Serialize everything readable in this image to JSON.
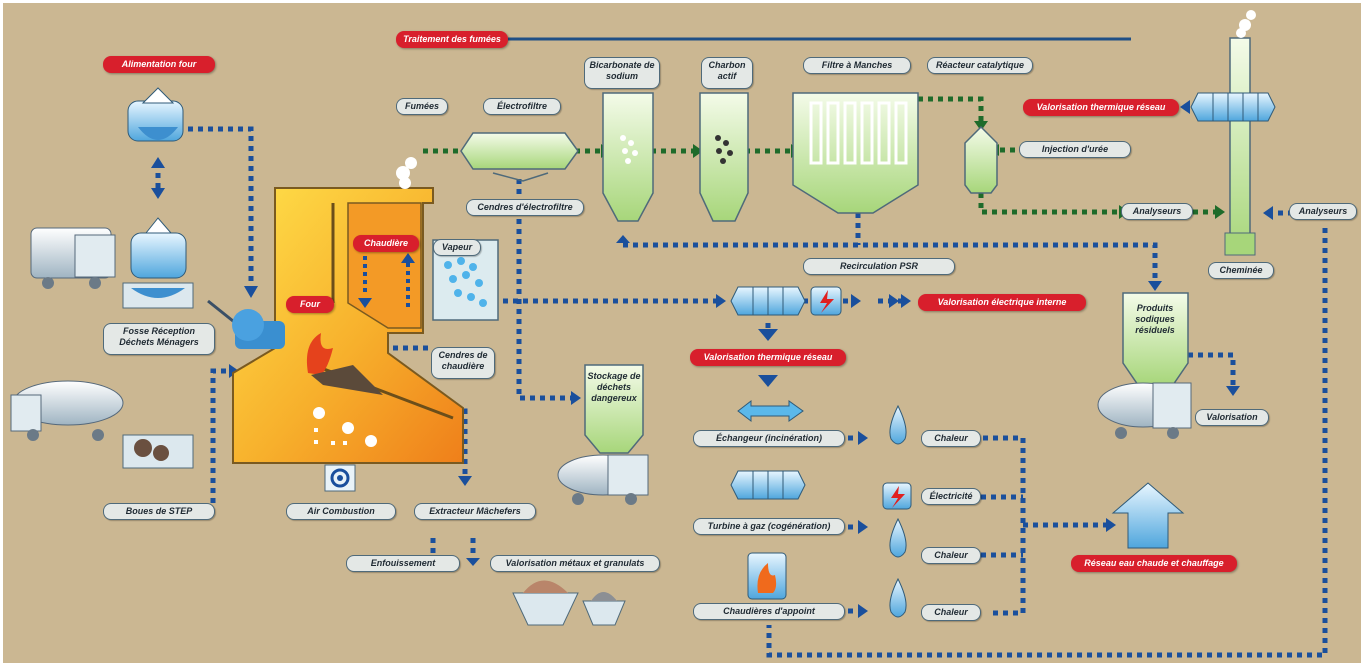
{
  "labels": {
    "traitement_fumees": "Traitement des fumées",
    "alimentation_four": "Alimentation four",
    "fumees": "Fumées",
    "electrofiltre": "Électrofiltre",
    "bicarbonate": "Bicarbonate de sodium",
    "charbon": "Charbon actif",
    "filtre_manches": "Filtre à Manches",
    "reacteur": "Réacteur catalytique",
    "valorisation_thermique_reseau_top": "Valorisation thermique réseau",
    "injection_uree": "Injection d'urée",
    "analyseurs_1": "Analyseurs",
    "analyseurs_2": "Analyseurs",
    "cendres_electrofiltre": "Cendres d'électrofiltre",
    "cheminee": "Cheminée",
    "chaudiere": "Chaudière",
    "vapeur": "Vapeur",
    "recirculation": "Recirculation PSR",
    "four": "Four",
    "valorisation_electrique": "Valorisation électrique interne",
    "produits_sodiques": "Produits sodiques résiduels",
    "fosse": "Fosse Réception Déchets Ménagers",
    "cendres_chaudiere": "Cendres de chaudière",
    "valorisation_thermique_reseau_mid": "Valorisation thermique réseau",
    "stockage": "Stockage de déchets dangereux",
    "valorisation": "Valorisation",
    "echangeur": "Échangeur (incinération)",
    "chaleur_1": "Chaleur",
    "turbine": "Turbine à gaz (cogénération)",
    "electricite": "Électricité",
    "boues": "Boues de STEP",
    "air_combustion": "Air Combustion",
    "extracteur": "Extracteur Mâchefers",
    "chaleur_2": "Chaleur",
    "reseau_eau": "Réseau eau chaude et chauffage",
    "enfouissement": "Enfouissement",
    "valorisation_metaux": "Valorisation métaux et granulats",
    "chaudieres_appoint": "Chaudières d'appoint",
    "chaleur_3": "Chaleur"
  },
  "colors": {
    "background": "#cbb792",
    "label_red": "#d81f2c",
    "flow_blue": "#1a4f9c",
    "flow_green": "#1e6b2a",
    "equipment_green": "#b9de8f",
    "equipment_blue": "#6fb7e4",
    "furnace_orange": "#f6a623"
  }
}
